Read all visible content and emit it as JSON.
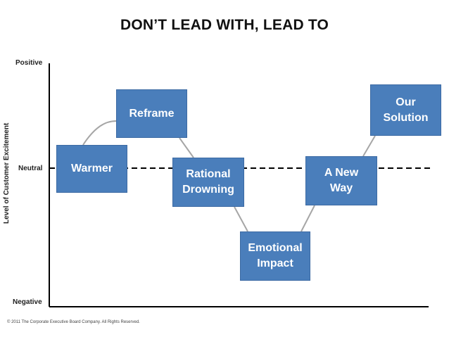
{
  "title": "DON’T LEAD WITH, LEAD TO",
  "axis": {
    "ylabel": "Level of Customer Excitement",
    "positive": "Positive",
    "neutral": "Neutral",
    "negative": "Negative"
  },
  "steps": [
    {
      "label": "Warmer"
    },
    {
      "label": "Reframe"
    },
    {
      "label": "Rational\nDrowning"
    },
    {
      "label": "Emotional\nImpact"
    },
    {
      "label": "A New\nWay"
    },
    {
      "label": "Our\nSolution"
    }
  ],
  "colors": {
    "box": "#4a7ebb",
    "connector": "#a6a6a6",
    "axis": "#000000"
  },
  "footer": "© 2011 The Corporate Executive Board Company. All Rights Reserved."
}
